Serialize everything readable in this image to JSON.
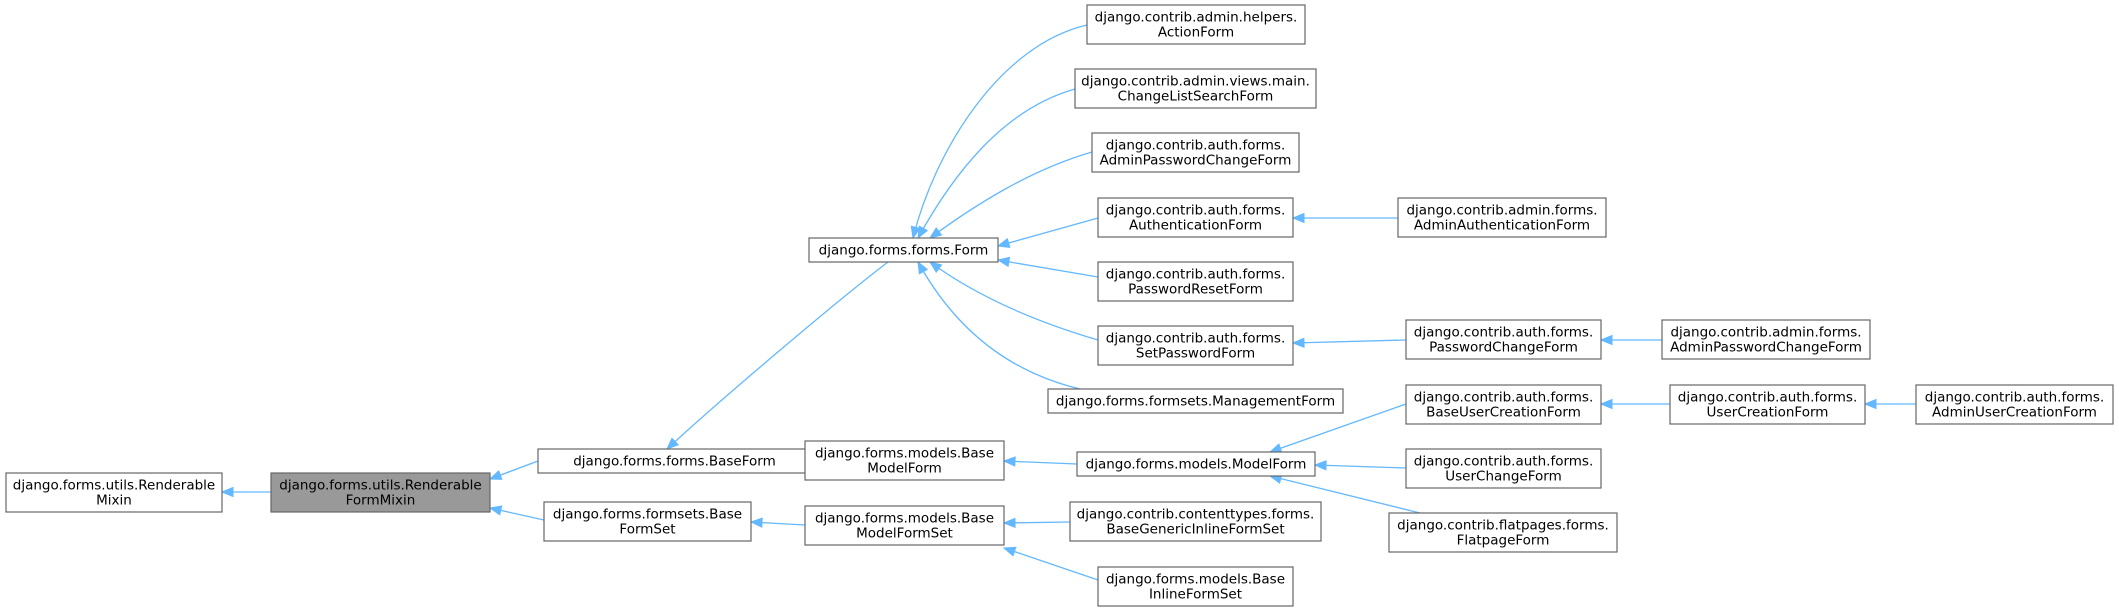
{
  "diagram": {
    "type": "class-inheritance-graph",
    "colors": {
      "edge": "#63b8ff",
      "node_border": "#666666",
      "node_fill": "#ffffff",
      "focus_fill": "#999999",
      "text": "#000000"
    },
    "nodes": [
      {
        "id": "n0",
        "lines": [
          "django.forms.utils.Renderable",
          "Mixin"
        ]
      },
      {
        "id": "n1",
        "lines": [
          "django.forms.utils.Renderable",
          "FormMixin"
        ],
        "focus": true
      },
      {
        "id": "n2",
        "lines": [
          "django.forms.forms.BaseForm"
        ]
      },
      {
        "id": "n3",
        "lines": [
          "django.forms.formsets.Base",
          "FormSet"
        ]
      },
      {
        "id": "n4",
        "lines": [
          "django.forms.forms.Form"
        ]
      },
      {
        "id": "n5",
        "lines": [
          "django.forms.models.Base",
          "ModelForm"
        ]
      },
      {
        "id": "n6",
        "lines": [
          "django.forms.models.Base",
          "ModelFormSet"
        ]
      },
      {
        "id": "n7",
        "lines": [
          "django.contrib.admin.helpers.",
          "ActionForm"
        ]
      },
      {
        "id": "n8",
        "lines": [
          "django.contrib.admin.views.main.",
          "ChangeListSearchForm"
        ]
      },
      {
        "id": "n9",
        "lines": [
          "django.contrib.auth.forms.",
          "AdminPasswordChangeForm"
        ]
      },
      {
        "id": "n10",
        "lines": [
          "django.contrib.auth.forms.",
          "AuthenticationForm"
        ]
      },
      {
        "id": "n11",
        "lines": [
          "django.contrib.auth.forms.",
          "PasswordResetForm"
        ]
      },
      {
        "id": "n12",
        "lines": [
          "django.contrib.auth.forms.",
          "SetPasswordForm"
        ]
      },
      {
        "id": "n13",
        "lines": [
          "django.forms.formsets.ManagementForm"
        ]
      },
      {
        "id": "n14",
        "lines": [
          "django.forms.models.ModelForm"
        ]
      },
      {
        "id": "n15",
        "lines": [
          "django.contrib.contenttypes.forms.",
          "BaseGenericInlineFormSet"
        ]
      },
      {
        "id": "n16",
        "lines": [
          "django.forms.models.Base",
          "InlineFormSet"
        ]
      },
      {
        "id": "n17",
        "lines": [
          "django.contrib.admin.forms.",
          "AdminAuthenticationForm"
        ]
      },
      {
        "id": "n18",
        "lines": [
          "django.contrib.auth.forms.",
          "PasswordChangeForm"
        ]
      },
      {
        "id": "n19",
        "lines": [
          "django.contrib.auth.forms.",
          "BaseUserCreationForm"
        ]
      },
      {
        "id": "n20",
        "lines": [
          "django.contrib.auth.forms.",
          "UserChangeForm"
        ]
      },
      {
        "id": "n21",
        "lines": [
          "django.contrib.flatpages.forms.",
          "FlatpageForm"
        ]
      },
      {
        "id": "n22",
        "lines": [
          "django.contrib.admin.forms.",
          "AdminPasswordChangeForm"
        ]
      },
      {
        "id": "n23",
        "lines": [
          "django.contrib.auth.forms.",
          "UserCreationForm"
        ]
      },
      {
        "id": "n24",
        "lines": [
          "django.contrib.auth.forms.",
          "AdminUserCreationForm"
        ]
      }
    ],
    "edges": [
      {
        "from": "n1",
        "to": "n0"
      },
      {
        "from": "n2",
        "to": "n1"
      },
      {
        "from": "n3",
        "to": "n1"
      },
      {
        "from": "n4",
        "to": "n2"
      },
      {
        "from": "n5",
        "to": "n2"
      },
      {
        "from": "n6",
        "to": "n3"
      },
      {
        "from": "n7",
        "to": "n4"
      },
      {
        "from": "n8",
        "to": "n4"
      },
      {
        "from": "n9",
        "to": "n4"
      },
      {
        "from": "n10",
        "to": "n4"
      },
      {
        "from": "n11",
        "to": "n4"
      },
      {
        "from": "n12",
        "to": "n4"
      },
      {
        "from": "n13",
        "to": "n4"
      },
      {
        "from": "n14",
        "to": "n5"
      },
      {
        "from": "n15",
        "to": "n6"
      },
      {
        "from": "n16",
        "to": "n6"
      },
      {
        "from": "n17",
        "to": "n10"
      },
      {
        "from": "n18",
        "to": "n12"
      },
      {
        "from": "n19",
        "to": "n14"
      },
      {
        "from": "n20",
        "to": "n14"
      },
      {
        "from": "n21",
        "to": "n14"
      },
      {
        "from": "n22",
        "to": "n18"
      },
      {
        "from": "n23",
        "to": "n19"
      },
      {
        "from": "n24",
        "to": "n23"
      }
    ]
  }
}
